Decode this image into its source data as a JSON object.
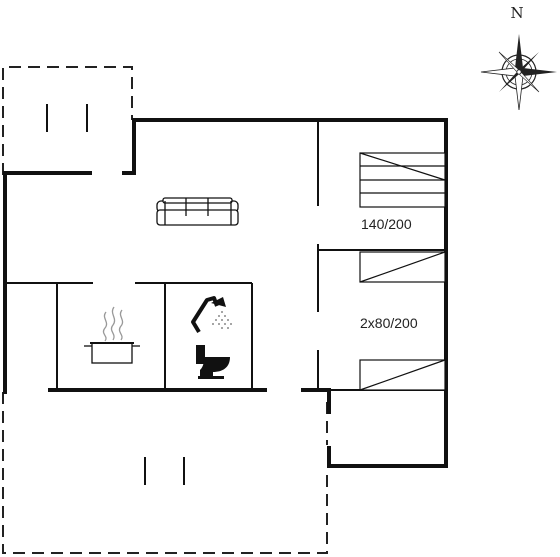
{
  "compass": {
    "north_label": "N"
  },
  "rooms": {
    "bedroom_1": {
      "bed_label": "140/200"
    },
    "bedroom_2": {
      "bed_label": "2x80/200"
    }
  },
  "icons": [
    "sofa-icon",
    "cooking-pot-icon",
    "shower-icon",
    "toilet-icon",
    "compass-rose-icon"
  ],
  "colors": {
    "wall": "#111111",
    "dashed": "#222222",
    "background": "#ffffff"
  }
}
